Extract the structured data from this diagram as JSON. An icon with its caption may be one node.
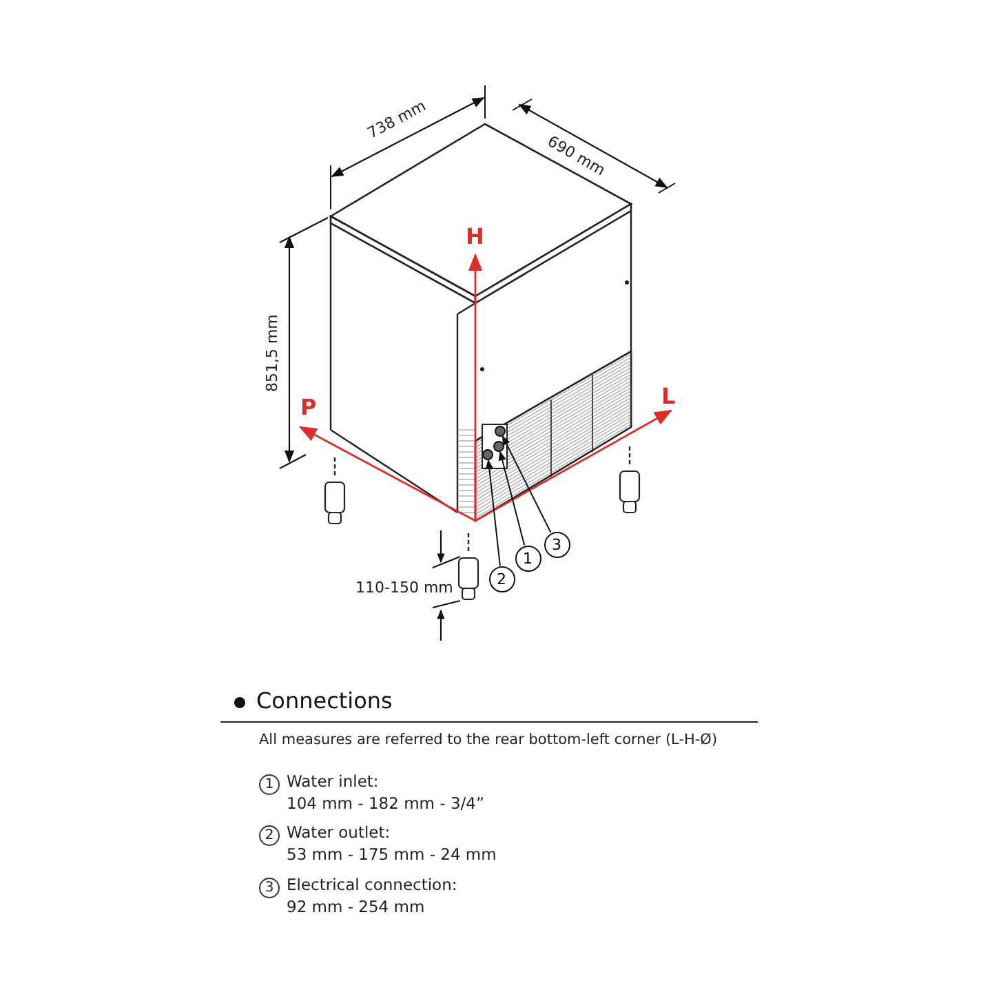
{
  "diagram": {
    "nodes": [
      {
        "text": [
          "2"
        ]
      },
      {
        "text": [
          "1"
        ]
      },
      {
        "text": [
          "3"
        ]
      },
      {
        "text": [],
        "shape": "circle"
      },
      {
        "text": [],
        "shape": "circle"
      },
      {
        "text": [],
        "shape": "circle"
      }
    ],
    "edges": [
      {
        "from": 0,
        "to": 3,
        "arrow": "to"
      },
      {
        "from": 1,
        "to": 4,
        "arrow": "to"
      },
      {
        "from": 2,
        "to": 5,
        "arrow": "to"
      }
    ],
    "labels": [
      "738 mm",
      "690 mm",
      "851,5 mm",
      "H",
      "P",
      "L",
      "110-150 mm",
      "Connections",
      "All measures are referred to the rear bottom-left corner (L-H-Ø)",
      "1",
      "Water inlet:",
      "104 mm  - 182 mm  - 3/4”",
      "2",
      "Water outlet:",
      "53 mm - 175 mm - 24 mm",
      "3",
      "Electrical connection:",
      "92 mm - 254 mm"
    ]
  }
}
